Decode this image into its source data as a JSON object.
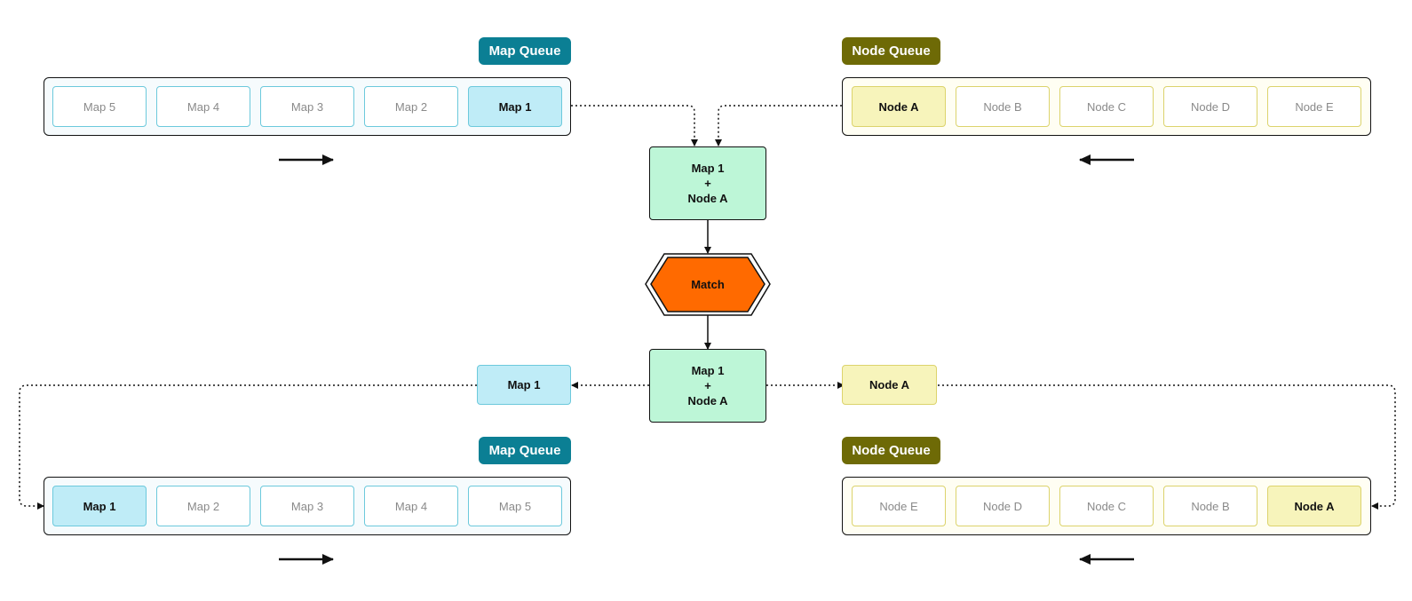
{
  "colors": {
    "map_badge": "#0b7f94",
    "node_badge": "#6e6a06",
    "match_fill": "#ff6a00",
    "pair_fill": "#bdf6d7",
    "map_active": "#bfecf7",
    "node_active": "#f7f4bb"
  },
  "top": {
    "map_queue": {
      "label": "Map Queue",
      "items": [
        "Map 5",
        "Map 4",
        "Map 3",
        "Map 2",
        "Map 1"
      ]
    },
    "node_queue": {
      "label": "Node Queue",
      "items": [
        "Node A",
        "Node B",
        "Node C",
        "Node D",
        "Node E"
      ]
    }
  },
  "center": {
    "pair_top": {
      "line1": "Map 1",
      "line2": "+",
      "line3": "Node A"
    },
    "match": "Match",
    "pair_bottom": {
      "line1": "Map 1",
      "line2": "+",
      "line3": "Node A"
    },
    "out_map": "Map 1",
    "out_node": "Node A"
  },
  "bottom": {
    "map_queue": {
      "label": "Map Queue",
      "items": [
        "Map 1",
        "Map 2",
        "Map 3",
        "Map 4",
        "Map 5"
      ]
    },
    "node_queue": {
      "label": "Node Queue",
      "items": [
        "Node E",
        "Node D",
        "Node C",
        "Node B",
        "Node A"
      ]
    }
  },
  "arrows": {
    "map_direction": "right",
    "node_direction": "left"
  }
}
